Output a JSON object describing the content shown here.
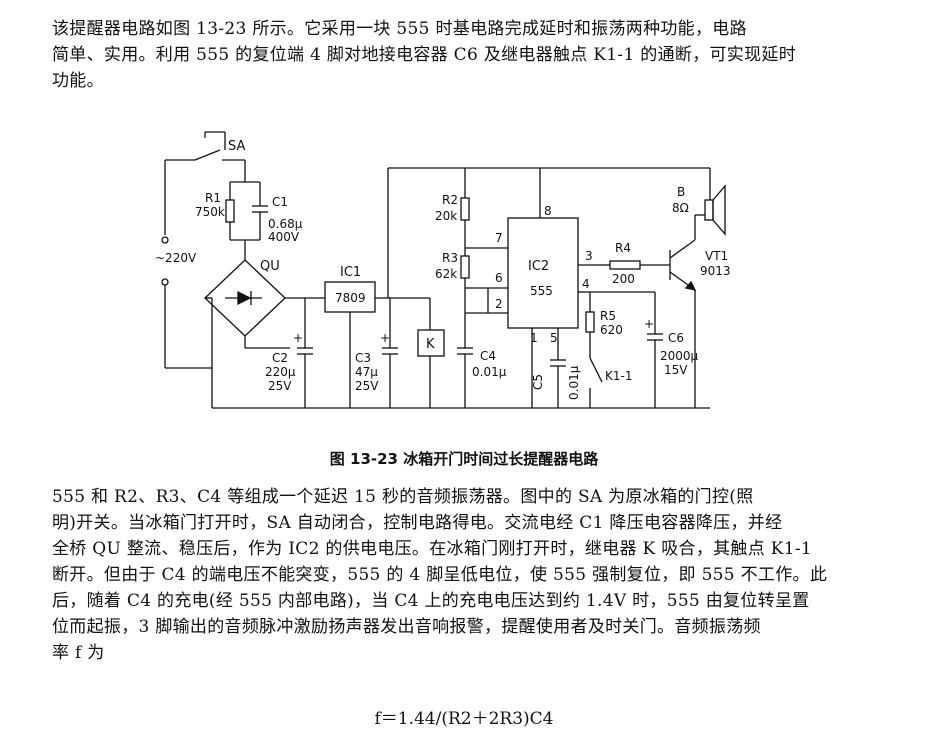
{
  "intro_lines": [
    "该提醒器电路如图 13-23 所示。它采用一块 555 时基电路完成延时和振荡两种功能，电路",
    "简单、实用。利用 555 的复位端 4 脚对地接电容器 C6 及继电器触点 K1-1 的通断，可实现延时",
    "功能。"
  ],
  "figure_caption": "图 13-23    冰箱开门时间过长提醒器电路",
  "body_lines": [
    "555 和 R2、R3、C4 等组成一个延迟 15 秒的音频振荡器。图中的 SA 为原冰箱的门控(照",
    "明)开关。当冰箱门打开时，SA 自动闭合，控制电路得电。交流电经 C1 降压电容器降压，并经",
    "全桥 QU 整流、稳压后，作为 IC2 的供电电压。在冰箱门刚打开时，继电器 K 吸合，其触点 K1-1",
    "断开。但由于 C4 的端电压不能突变，555 的 4 脚呈低电位，使 555 强制复位，即 555 不工作。此",
    "后，随着 C4 的充电(经 555 内部电路)，当 C4 上的充电电压达到约 1.4V 时，555 由复位转呈置",
    "位而起振，3 脚输出的音频脉冲激励扬声器发出音响报警，提醒使用者及时关门。音频振荡频",
    "率 f 为"
  ],
  "formula": "f＝1.44/(R2＋2R3)C4",
  "circuit": {
    "sa": "SA",
    "r1": "R1",
    "r1_val": "750k",
    "c1": "C1",
    "c1_val1": "0.68μ",
    "c1_val2": "400V",
    "ac": "~220V",
    "qu": "QU",
    "ic1": "IC1",
    "ic1_part": "7809",
    "c2": "C2",
    "c2_val1": "220μ",
    "c2_val2": "25V",
    "c3": "C3",
    "c3_val1": "47μ",
    "c3_val2": "25V",
    "k": "K",
    "r2": "R2",
    "r2_val": "20k",
    "r3": "R3",
    "r3_val": "62k",
    "c4": "C4",
    "c4_val": "0.01μ",
    "c5": "C5",
    "c5_val": "0.01μ",
    "ic2": "IC2",
    "ic2_part": "555",
    "pin8": "8",
    "pin7": "7",
    "pin6": "6",
    "pin2": "2",
    "pin3": "3",
    "pin4": "4",
    "pin1": "1",
    "pin5": "5",
    "r4": "R4",
    "r4_val": "200",
    "r5": "R5",
    "r5_val": "620",
    "c6": "C6",
    "c6_val1": "2000μ",
    "c6_val2": "15V",
    "k11": "K1-1",
    "b": "B",
    "b_val": "8Ω",
    "vt1": "VT1",
    "vt1_part": "9013",
    "plus": "+"
  }
}
